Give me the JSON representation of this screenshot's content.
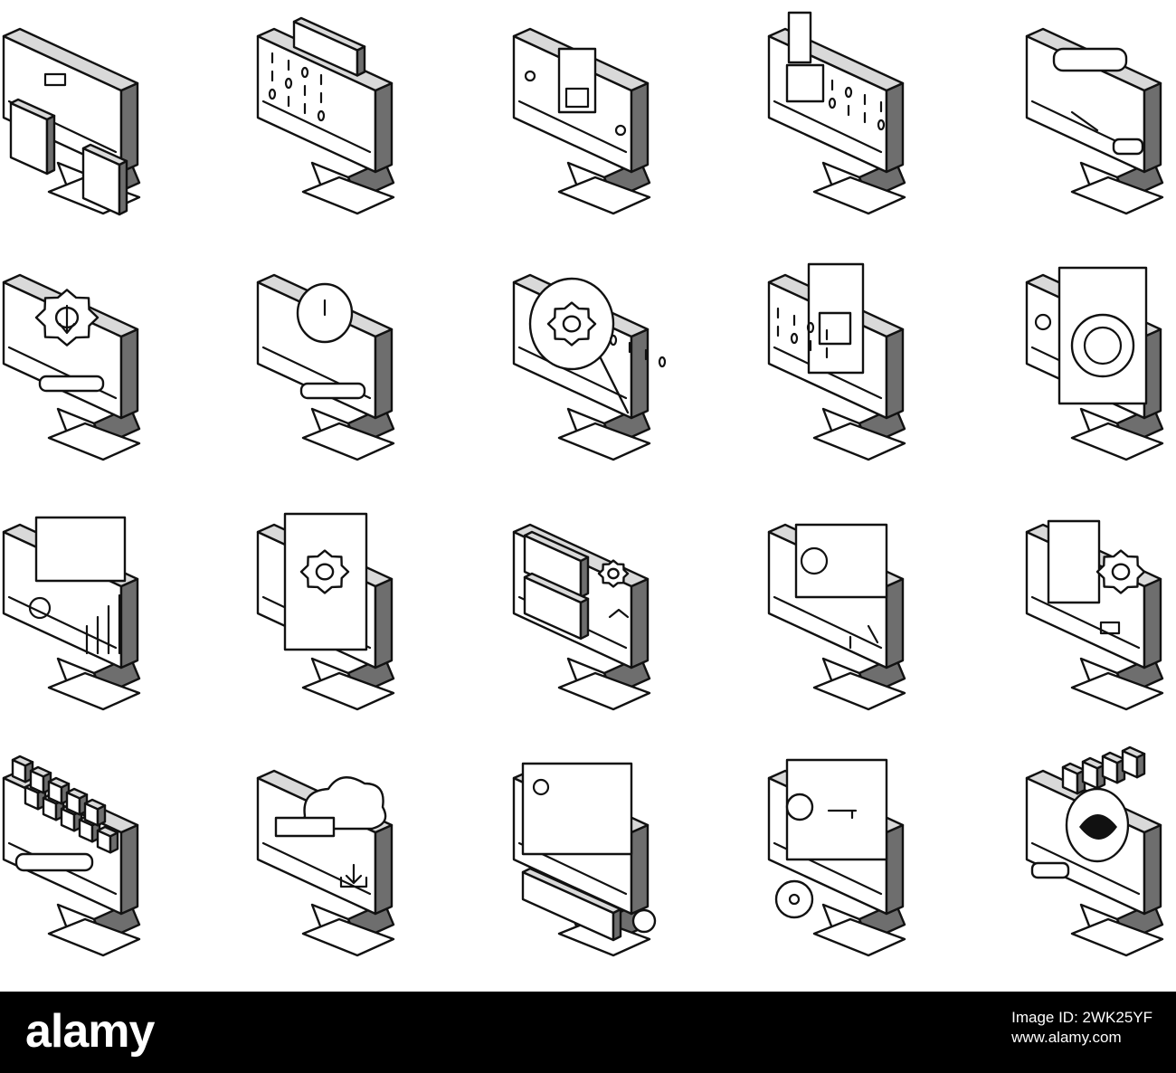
{
  "icon_set": {
    "style": "isometric line icons, black outline with grey shaded sides",
    "rows": [
      [
        "responsive-devices-icon",
        "binary-code-folder-icon",
        "circuit-board-monitor-icon",
        "database-tubes-monitor-icon",
        "loading-bar-monitor-icon"
      ],
      [
        "gear-download-monitor-icon",
        "clock-progress-monitor-icon",
        "magnifier-gear-monitor-icon",
        "lock-file-binary-icon",
        "pie-chart-monitor-icon"
      ],
      [
        "dashboard-bar-chart-icon",
        "gear-document-monitor-icon",
        "server-stack-repair-icon",
        "gauge-wrench-monitor-icon",
        "gear-layout-monitor-icon"
      ],
      [
        "binary-folders-stack-icon",
        "cloud-download-monitor-icon",
        "broken-hardware-icon",
        "award-disc-key-icon",
        "user-folders-monitor-icon"
      ]
    ],
    "colors": {
      "outline": "#111111",
      "shade": "#6e6e6e",
      "top": "#d9d9d9",
      "background": "#ffffff"
    }
  },
  "footer": {
    "logo": "alamy",
    "id_line1": "Image ID: 2WK25YF",
    "id_line2": "www.alamy.com",
    "background": "#000000",
    "text_color": "#ffffff"
  }
}
